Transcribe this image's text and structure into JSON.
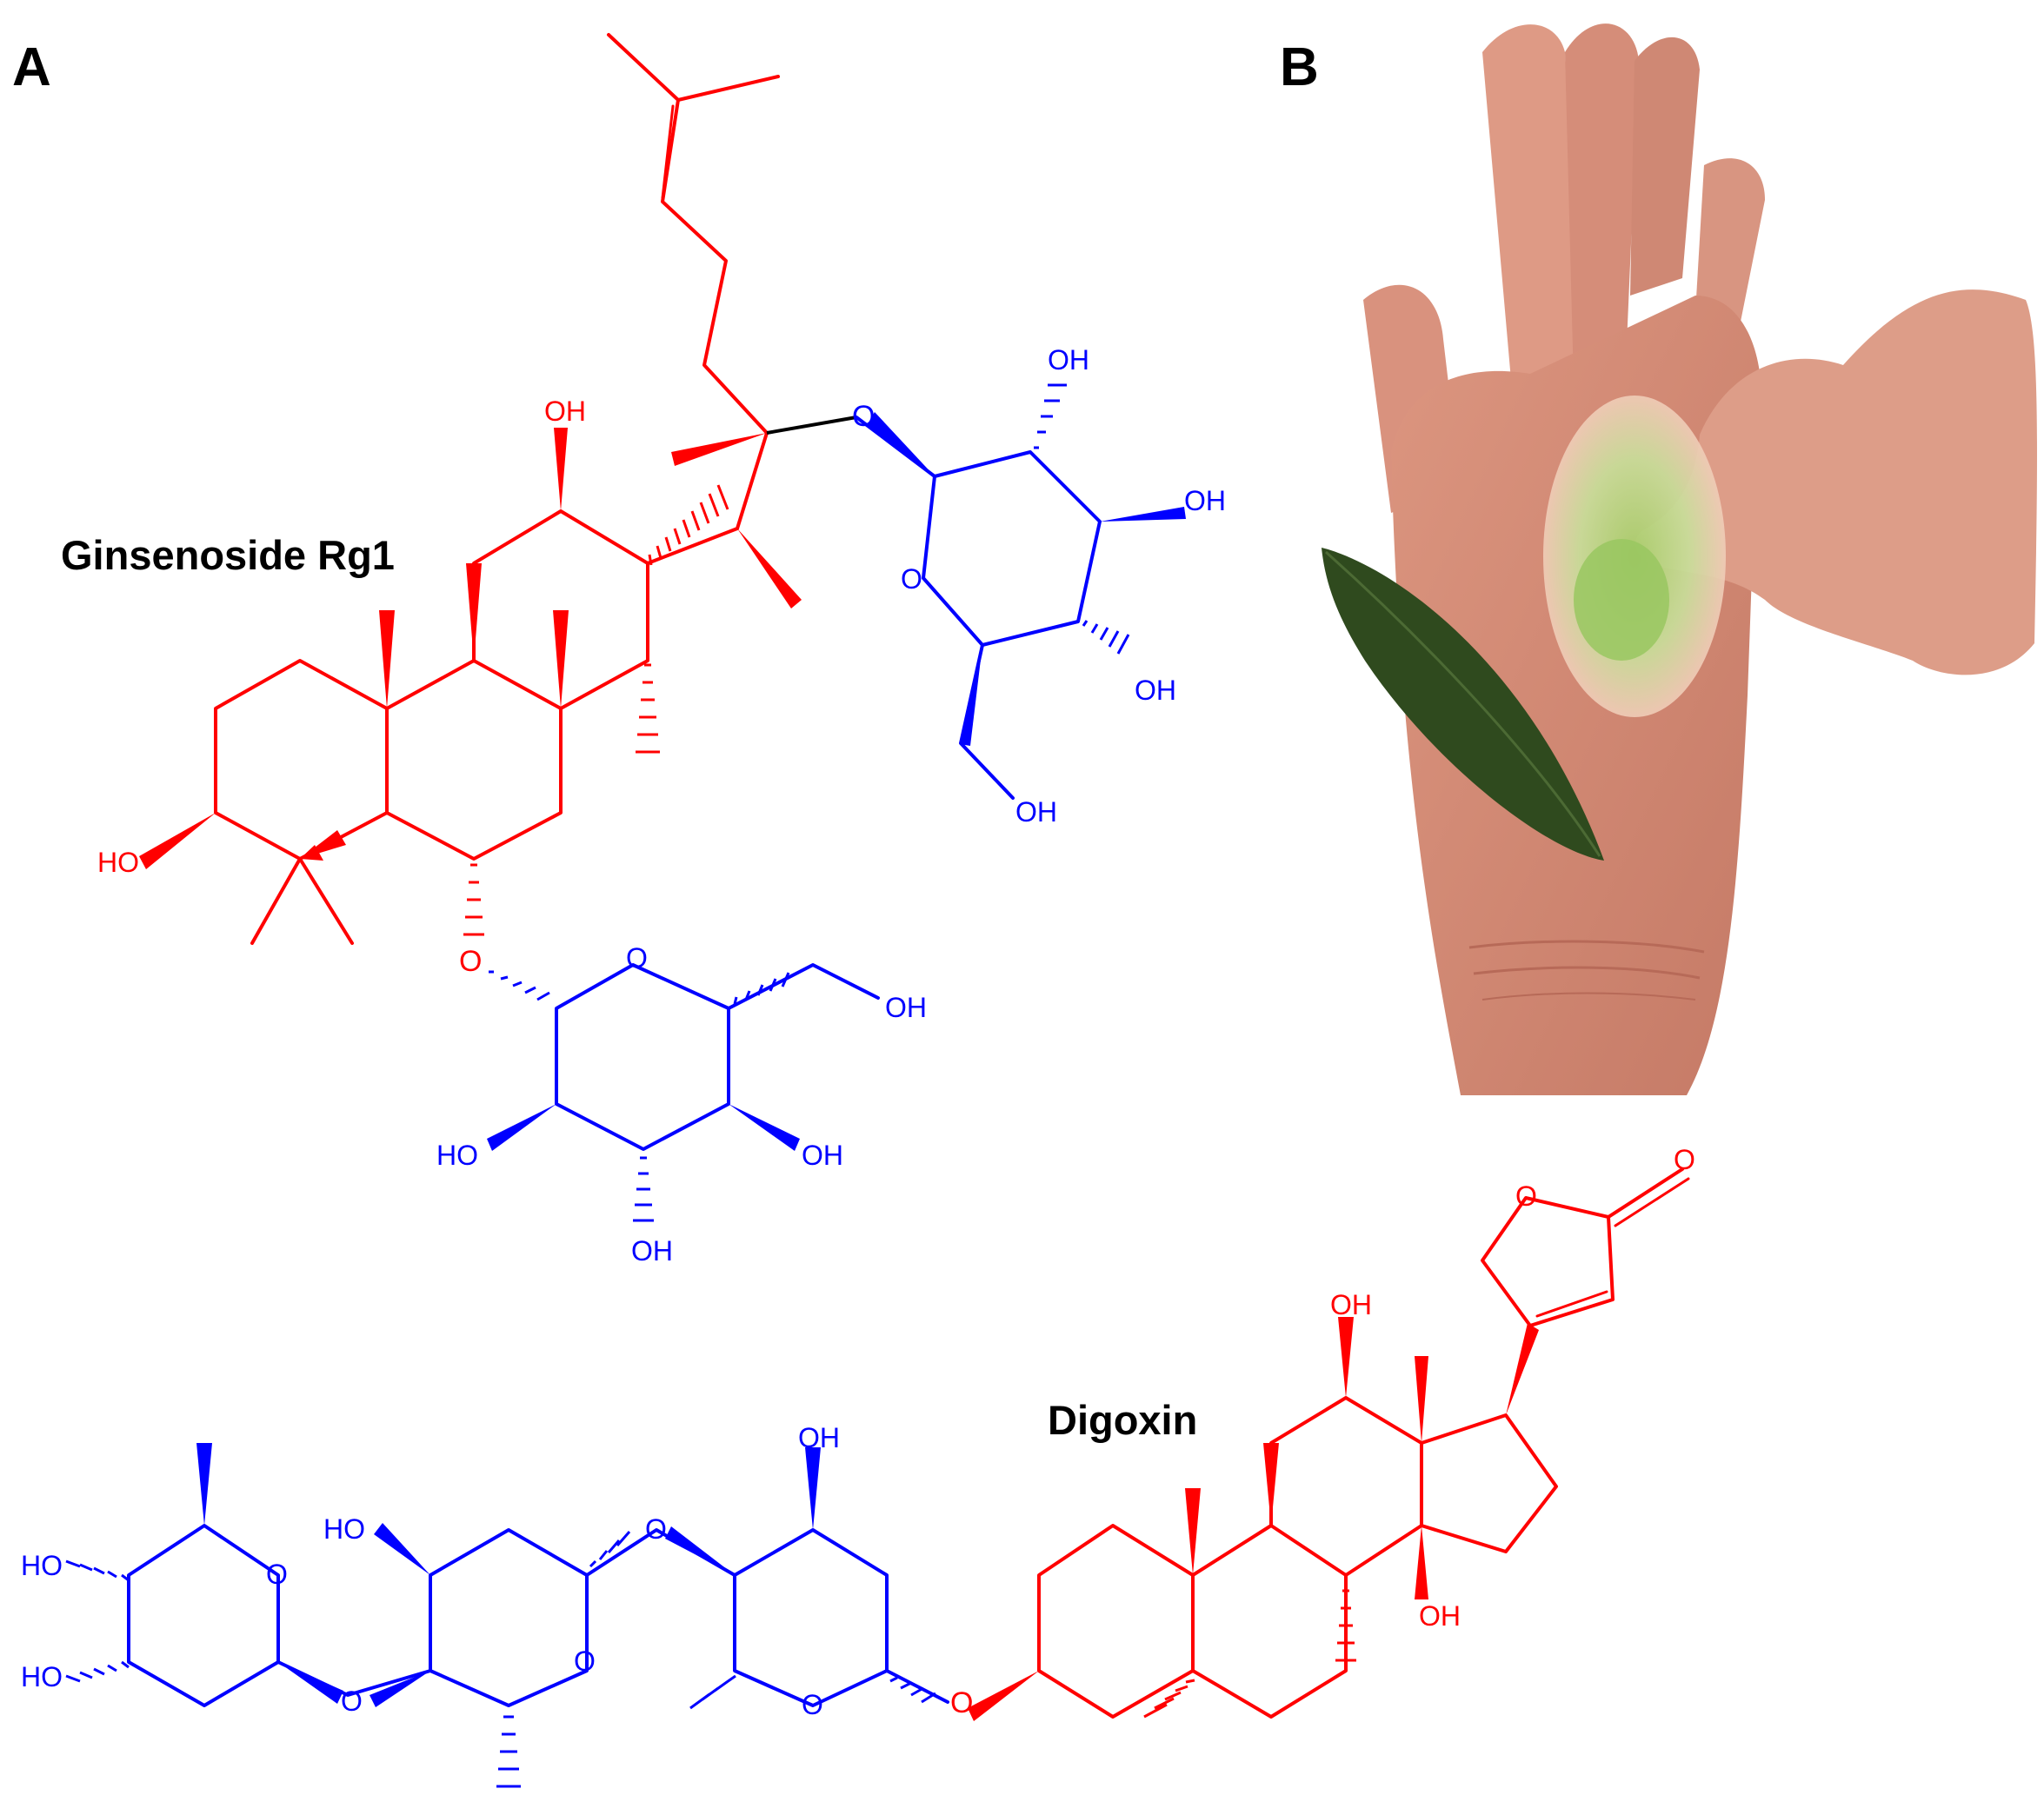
{
  "panel_labels": {
    "a": "A",
    "b": "B"
  },
  "compounds": {
    "ginsenoside": {
      "name": "Ginsenoside Rg1"
    },
    "digoxin": {
      "name": "Digoxin"
    }
  },
  "atom_labels": {
    "oh": "OH",
    "ho": "HO",
    "o": "O"
  },
  "colors": {
    "aglycone": "#ff0000",
    "sugar": "#0000ff",
    "linker_bond": "#000000",
    "background": "#ffffff"
  },
  "photo": {
    "content": "palm with green saponin foam and a leaf",
    "icon": "hand-photo"
  }
}
